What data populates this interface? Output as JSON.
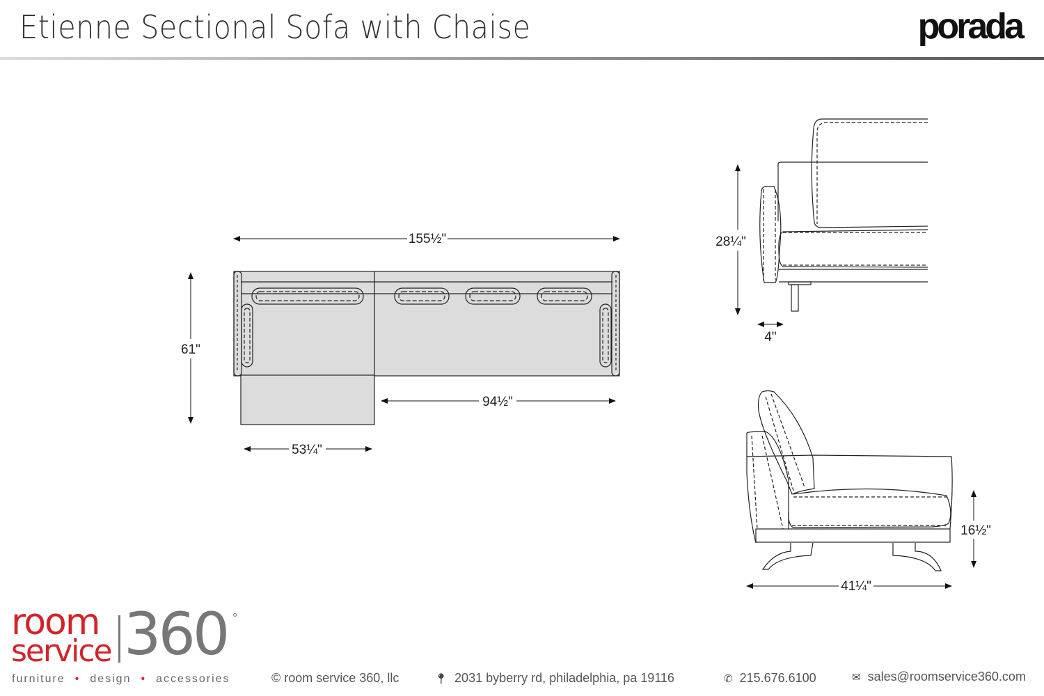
{
  "header": {
    "title": "Etienne Sectional Sofa with Chaise",
    "brand": "porada"
  },
  "plan_view": {
    "overall_width": "155½\"",
    "depth": "61\"",
    "sofa_width": "94½\"",
    "chaise_width": "53¼\""
  },
  "front_view": {
    "height": "28¼\"",
    "leg_inset": "4\""
  },
  "side_view": {
    "seat_height": "16½\"",
    "depth": "41¼\""
  },
  "footer": {
    "logo": {
      "line1": "room",
      "line2": "service",
      "number": "360",
      "degree": "°"
    },
    "tagline": [
      "furniture",
      "design",
      "accessories"
    ],
    "copyright": "© room service 360, llc",
    "address": "2031 byberry rd, philadelphia, pa 19116",
    "phone": "215.676.6100",
    "email": "sales@roomservice360.com",
    "icons": {
      "address": "map-pin-icon",
      "phone": "phone-icon",
      "email": "envelope-icon"
    }
  }
}
